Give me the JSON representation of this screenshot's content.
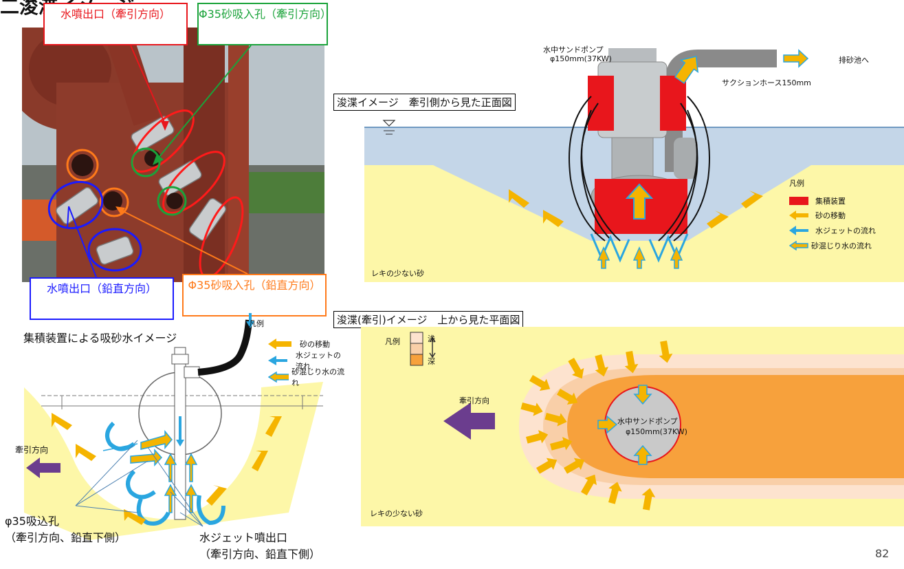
{
  "page_heading": "二浚渫イメージ",
  "photo_callouts": {
    "red_top": "水噴出口（牽引方向）",
    "green_top": "Φ35砂吸入孔（牽引方向）",
    "blue_bottom": "水噴出口（鉛直方向）",
    "orange_bottom": "Φ35砂吸入孔（鉛直方向）"
  },
  "front_view": {
    "caption": "浚渫イメージ　牽引側から見た正面図",
    "pump_name": "水中サンドポンプ",
    "pump_spec": "φ150mm(37KW)",
    "hose": "サクションホース150mm",
    "outlet": "排砂池へ",
    "soil": "レキの少ない砂",
    "legend": {
      "title": "凡例",
      "items": [
        "集積装置",
        "砂の移動",
        "水ジェットの流れ",
        "砂混じり水の流れ"
      ]
    }
  },
  "suction_diagram": {
    "caption": "集積装置による吸砂水イメージ",
    "legend": {
      "title": "凡例",
      "items": [
        "砂の移動",
        "水ジェットの流れ",
        "砂混じり水の流れ"
      ]
    },
    "tow_direction": "牽引方向",
    "inlet_label": "φ35吸込孔\n（牽引方向、鉛直下側）",
    "jet_label": "水ジェット噴出口\n（牽引方向、鉛直下側）"
  },
  "plan_view": {
    "caption": "浚渫(牽引)イメージ　上から見た平面図",
    "legend_title": "凡例",
    "depth_shallow": "浅",
    "depth_deep": "深",
    "tow_direction": "牽引方向",
    "pump_name": "水中サンドポンプ",
    "pump_spec": "φ150mm(37KW)",
    "soil": "レキの少ない砂"
  },
  "page_number": "82",
  "colors": {
    "sand": "#fdf7a8",
    "water": "#c4d6e8",
    "collector": "#e8161c",
    "sand_arrow": "#f5b400",
    "jet": "#2aa6e0",
    "tow_arrow": "#6b3d8e",
    "deep": "#f7a13c",
    "mid": "#f9cfa8",
    "shallow": "#fde3cf",
    "photo_rust": "#8a3a2a"
  }
}
